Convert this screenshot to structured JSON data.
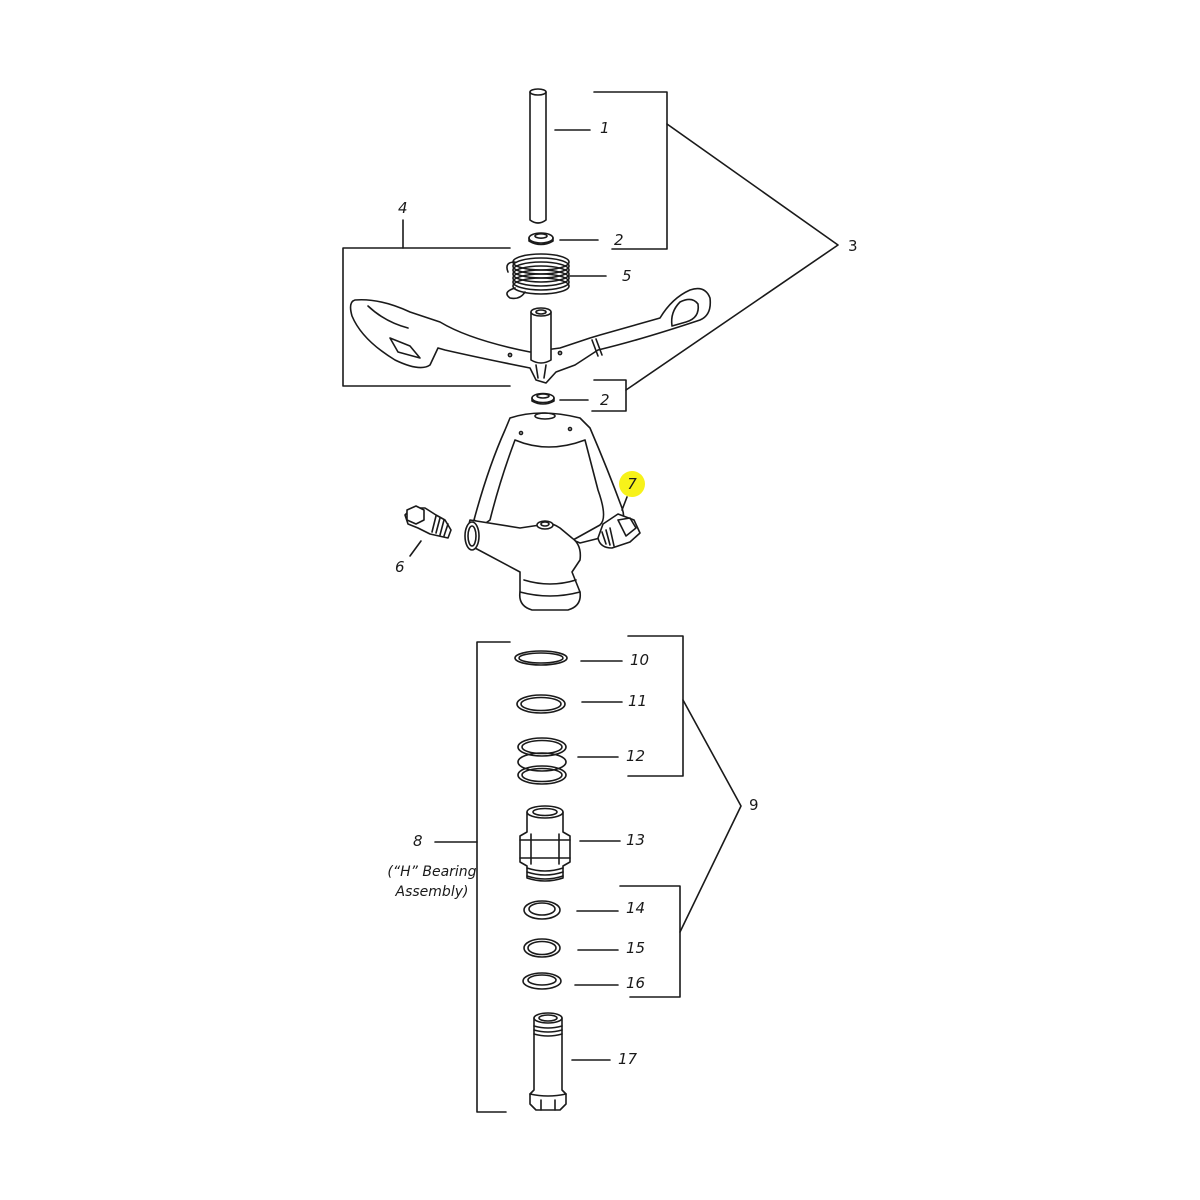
{
  "diagram": {
    "type": "exploded-parts-diagram",
    "highlight_color": "#f7f21a",
    "line_color": "#1a1a1a",
    "highlighted_callout": "7",
    "callouts": [
      {
        "id": "1",
        "label": "1",
        "part": "tube"
      },
      {
        "id": "2a",
        "label": "2",
        "part": "upper washer"
      },
      {
        "id": "2b",
        "label": "2",
        "part": "lower washer"
      },
      {
        "id": "3",
        "label": "3",
        "part": "assembly group (1, 2, 4, 2)"
      },
      {
        "id": "4",
        "label": "4",
        "part": "arm assembly"
      },
      {
        "id": "5",
        "label": "5",
        "part": "spring"
      },
      {
        "id": "6",
        "label": "6",
        "part": "nozzle plug (left)"
      },
      {
        "id": "7",
        "label": "7",
        "part": "nozzle (right)"
      },
      {
        "id": "8",
        "label": "8",
        "part": "bearing assembly"
      },
      {
        "id": "9",
        "label": "9",
        "part": "seal kit group"
      },
      {
        "id": "10",
        "label": "10",
        "part": "washer"
      },
      {
        "id": "11",
        "label": "11",
        "part": "o-ring"
      },
      {
        "id": "12",
        "label": "12",
        "part": "spring"
      },
      {
        "id": "13",
        "label": "13",
        "part": "bearing nut"
      },
      {
        "id": "14",
        "label": "14",
        "part": "washer"
      },
      {
        "id": "15",
        "label": "15",
        "part": "o-ring"
      },
      {
        "id": "16",
        "label": "16",
        "part": "washer"
      },
      {
        "id": "17",
        "label": "17",
        "part": "bearing sleeve"
      }
    ],
    "labels": {
      "c1": "1",
      "c2a": "2",
      "c2b": "2",
      "c3": "3",
      "c4": "4",
      "c5": "5",
      "c6": "6",
      "c7": "7",
      "c8": "8",
      "c9": "9",
      "c10": "10",
      "c11": "11",
      "c12": "12",
      "c13": "13",
      "c14": "14",
      "c15": "15",
      "c16": "16",
      "c17": "17"
    },
    "caption_8_line1": "(“H” Bearing",
    "caption_8_line2": "Assembly)"
  }
}
